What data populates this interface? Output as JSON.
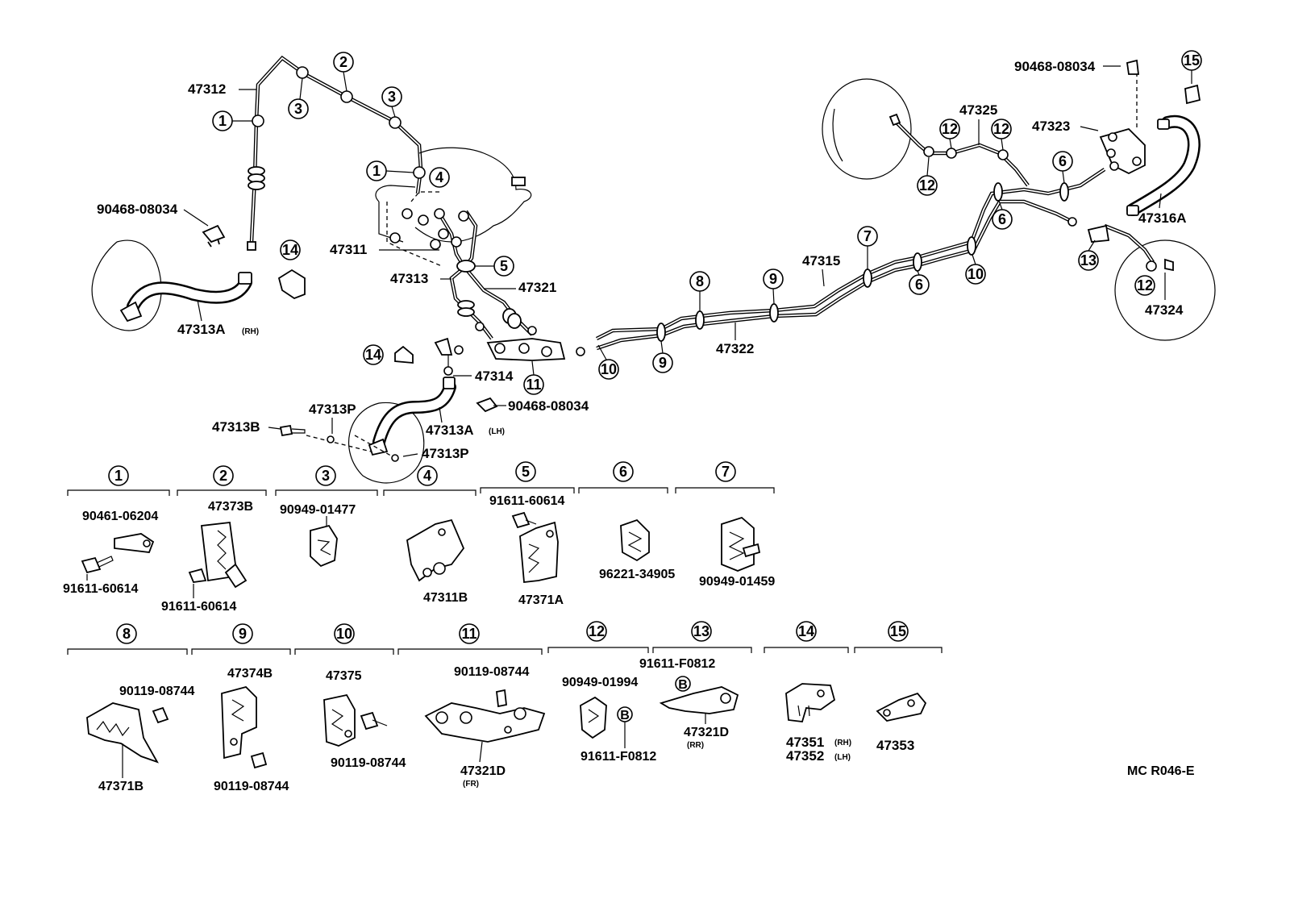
{
  "diagram": {
    "code": "MC R046-E",
    "callout_numbers": [
      "1",
      "2",
      "3",
      "4",
      "5",
      "6",
      "7",
      "8",
      "9",
      "10",
      "11",
      "12",
      "13",
      "14",
      "15"
    ],
    "main_labels": {
      "p47312": "47312",
      "p90468_a": "90468-08034",
      "p47313A_rh": "47313A",
      "rh": "(RH)",
      "p47311": "47311",
      "p47313": "47313",
      "p47321": "47321",
      "p47314": "47314",
      "p90468_b": "90468-08034",
      "p47313P_a": "47313P",
      "p47313B": "47313B",
      "p47313A_lh": "47313A",
      "lh": "(LH)",
      "p47313P_b": "47313P",
      "p47315": "47315",
      "p47322": "47322",
      "p47325": "47325",
      "p47323": "47323",
      "p90468_c": "90468-08034",
      "p47316A": "47316A",
      "p47324": "47324"
    },
    "detail_groups": {
      "g1": [
        "90461-06204",
        "91611-60614"
      ],
      "g2": [
        "47373B",
        "91611-60614"
      ],
      "g3": [
        "90949-01477"
      ],
      "g4": [
        "47311B"
      ],
      "g5": [
        "91611-60614",
        "47371A"
      ],
      "g6": [
        "96221-34905"
      ],
      "g7": [
        "90949-01459"
      ],
      "g8": [
        "90119-08744",
        "47371B"
      ],
      "g9": [
        "47374B",
        "90119-08744"
      ],
      "g10": [
        "47375",
        "90119-08744"
      ],
      "g11": [
        "90119-08744",
        "47321D",
        "(FR)"
      ],
      "g12": [
        "90949-01994",
        "91611-F0812",
        "B"
      ],
      "g13": [
        "91611-F0812",
        "B",
        "47321D",
        "(RR)"
      ],
      "g14": [
        "47351",
        "(RH)",
        "47352",
        "(LH)"
      ],
      "g15": [
        "47353"
      ]
    }
  }
}
